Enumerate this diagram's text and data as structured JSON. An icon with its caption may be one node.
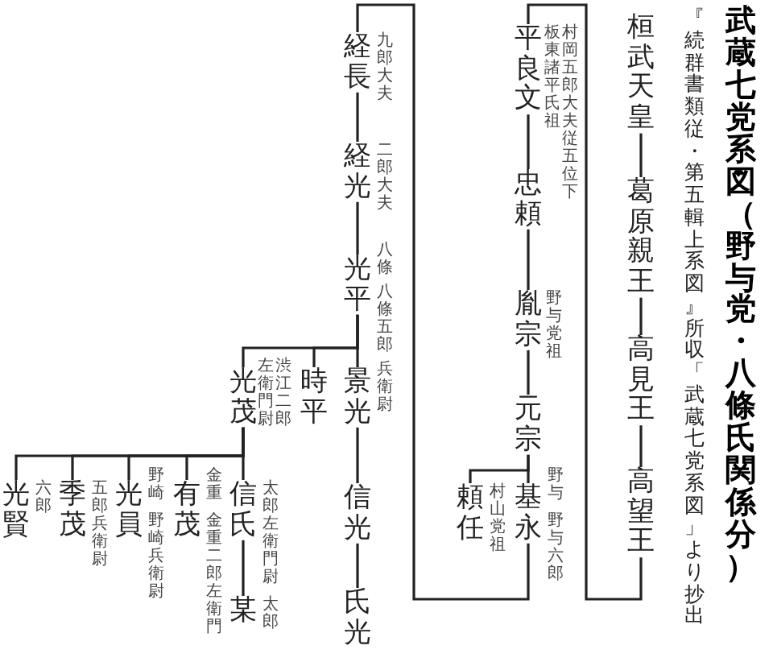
{
  "diagram": {
    "title": "武蔵七党系図（野与党・八條氏関係分）",
    "caption": "『続群書類従・第五輯上系図』所収「武蔵七党系図」より抄出",
    "nodes": [
      {
        "text": [
          "桓武天皇"
        ]
      },
      {
        "text": [
          "葛原親王"
        ]
      },
      {
        "text": [
          "高見王"
        ]
      },
      {
        "text": [
          "高望王"
        ]
      },
      {
        "text": [
          "平良文"
        ],
        "beside": [
          "村岡五郎大夫従五位下",
          "板東諸平氏祖"
        ]
      },
      {
        "text": [
          "忠頼"
        ]
      },
      {
        "text": [
          "胤宗"
        ],
        "beside": [
          "野与党祖"
        ]
      },
      {
        "text": [
          "元宗"
        ]
      },
      {
        "text": [
          "基永"
        ],
        "beside": [
          "野与",
          "野与六郎"
        ]
      },
      {
        "text": [
          "頼任"
        ],
        "beside": [
          "村山党祖"
        ]
      },
      {
        "text": [
          "経長"
        ],
        "beside": [
          "九郎大夫"
        ]
      },
      {
        "text": [
          "経光"
        ],
        "beside": [
          "二郎大夫"
        ]
      },
      {
        "text": [
          "光平"
        ],
        "beside": [
          "八條",
          "八條五郎"
        ]
      },
      {
        "text": [
          "景光"
        ],
        "beside": [
          "兵衛尉"
        ]
      },
      {
        "text": [
          "時平"
        ]
      },
      {
        "text": [
          "光茂"
        ],
        "beside": [
          "渋江二郎",
          "左衛門尉"
        ]
      },
      {
        "text": [
          "信光"
        ]
      },
      {
        "text": [
          "氏光"
        ]
      },
      {
        "text": [
          "信氏"
        ],
        "beside": [
          "太郎左衛門尉"
        ]
      },
      {
        "text": [
          "有茂"
        ],
        "beside": [
          "金重",
          "金重二郎左衛門"
        ]
      },
      {
        "text": [
          "光員"
        ],
        "beside": [
          "野崎",
          "野崎兵衛尉"
        ]
      },
      {
        "text": [
          "季茂"
        ],
        "beside": [
          "五郎兵衛尉"
        ]
      },
      {
        "text": [
          "光賢"
        ],
        "beside": [
          "六郎"
        ]
      },
      {
        "text": [
          "某"
        ],
        "beside": [
          "太郎"
        ]
      }
    ],
    "edges": [
      {
        "from": 0,
        "to": 1,
        "arrow": "none"
      },
      {
        "from": 1,
        "to": 2,
        "arrow": "none"
      },
      {
        "from": 2,
        "to": 3,
        "arrow": "none"
      },
      {
        "from": 3,
        "to": 4,
        "arrow": "none"
      },
      {
        "from": 4,
        "to": 5,
        "arrow": "none"
      },
      {
        "from": 5,
        "to": 6,
        "arrow": "none"
      },
      {
        "from": 6,
        "to": 7,
        "arrow": "none"
      },
      {
        "from": 7,
        "to": 8,
        "arrow": "none"
      },
      {
        "from": 7,
        "to": 9,
        "arrow": "none"
      },
      {
        "from": 8,
        "to": 10,
        "arrow": "none"
      },
      {
        "from": 10,
        "to": 11,
        "arrow": "none"
      },
      {
        "from": 11,
        "to": 12,
        "arrow": "none"
      },
      {
        "from": 12,
        "to": 13,
        "arrow": "none"
      },
      {
        "from": 12,
        "to": 14,
        "arrow": "none"
      },
      {
        "from": 12,
        "to": 15,
        "arrow": "none"
      },
      {
        "from": 13,
        "to": 16,
        "arrow": "none"
      },
      {
        "from": 16,
        "to": 17,
        "arrow": "none"
      },
      {
        "from": 15,
        "to": 18,
        "arrow": "none"
      },
      {
        "from": 15,
        "to": 19,
        "arrow": "none"
      },
      {
        "from": 15,
        "to": 20,
        "arrow": "none"
      },
      {
        "from": 15,
        "to": 21,
        "arrow": "none"
      },
      {
        "from": 15,
        "to": 22,
        "arrow": "none"
      },
      {
        "from": 18,
        "to": 23,
        "arrow": "none"
      }
    ]
  }
}
